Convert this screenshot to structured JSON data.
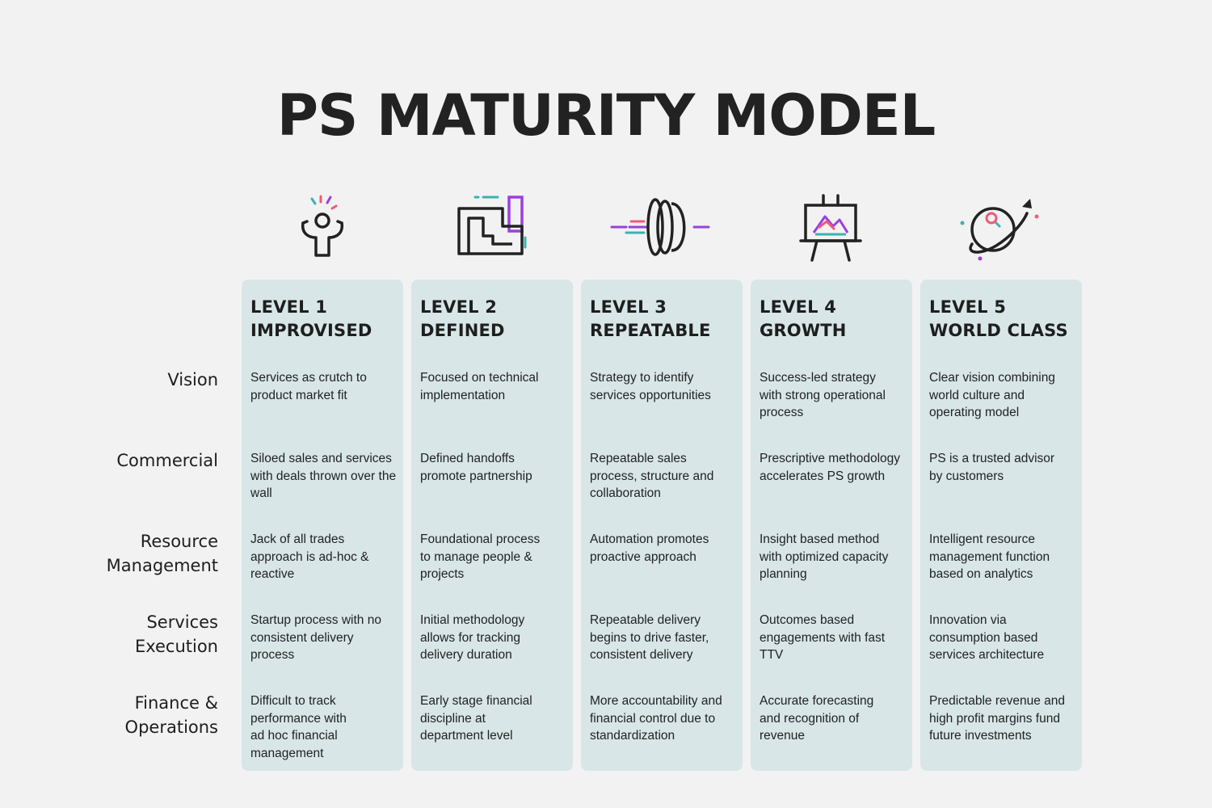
{
  "title": "PS MATURITY MODEL",
  "rows": [
    "Vision",
    "Commercial",
    "Resource Management",
    "Services Execution",
    "Finance & Operations"
  ],
  "levels": [
    {
      "level": "LEVEL 1",
      "name": "IMPROVISED",
      "icon": "celebrating-person-icon",
      "cells": [
        "Services as crutch to product market fit",
        "Siloed sales and services with deals thrown over the wall",
        "Jack of all trades approach is ad-hoc & reactive",
        "Startup process with no consistent delivery process",
        "Difficult to track performance with ad hoc financial management"
      ]
    },
    {
      "level": "LEVEL 2",
      "name": "DEFINED",
      "icon": "maze-icon",
      "cells": [
        "Focused on technical implementation",
        "Defined handoffs promote partnership",
        "Foundational process to manage people & projects",
        "Initial methodology allows for tracking delivery duration",
        "Early stage financial discipline at department level"
      ]
    },
    {
      "level": "LEVEL 3",
      "name": "REPEATABLE",
      "icon": "spinning-discs-icon",
      "cells": [
        "Strategy to identify services opportunities",
        "Repeatable sales process, structure and collaboration",
        "Automation promotes proactive approach",
        "Repeatable delivery begins to drive faster, consistent delivery",
        "More accountability and financial control due to standardization"
      ]
    },
    {
      "level": "LEVEL 4",
      "name": "GROWTH",
      "icon": "easel-icon",
      "cells": [
        "Success-led strategy with strong operational process",
        "Prescriptive methodology accelerates  PS growth",
        "Insight based method with optimized capacity planning",
        "Outcomes based engagements with fast TTV",
        "Accurate forecasting and recognition of revenue"
      ]
    },
    {
      "level": "LEVEL 5",
      "name": "WORLD CLASS",
      "icon": "planet-rocket-icon",
      "cells": [
        "Clear vision combining world culture and operating model",
        "PS is a trusted advisor by customers",
        "Intelligent resource management function based on analytics",
        "Innovation via consumption based services architecture",
        "Predictable revenue and high profit margins fund future investments"
      ]
    }
  ],
  "colors": {
    "teal": "#3bb3ae",
    "pink": "#f05a78",
    "purple": "#9b3fe0",
    "dark": "#222222",
    "column_bg": "#d8e6e7"
  }
}
